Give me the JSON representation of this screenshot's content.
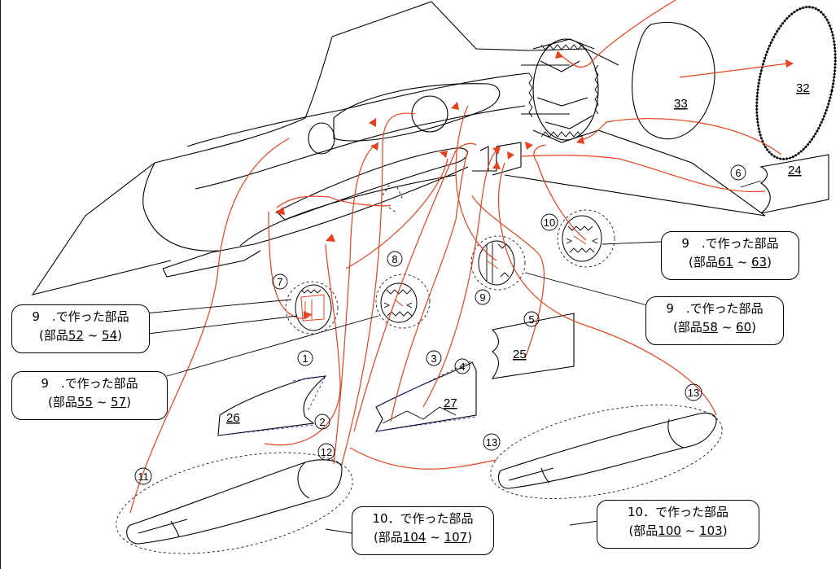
{
  "parts": {
    "p24": "24",
    "p25": "25",
    "p26": "26",
    "p27": "27",
    "p32": "32",
    "p33": "33"
  },
  "steps": {
    "s1": "1",
    "s2": "2",
    "s3": "3",
    "s4": "4",
    "s5": "5",
    "s6": "6",
    "s7": "7",
    "s8": "8",
    "s9": "9",
    "s10": "10",
    "s11": "11",
    "s12": "12",
    "s13a": "13",
    "s13b": "13"
  },
  "callouts": [
    {
      "line1": "9　.で作った部品",
      "prefix": "(部品",
      "a": "52",
      "sep": " ~ ",
      "b": "54",
      "suffix": ")"
    },
    {
      "line1": "9　.で作った部品",
      "prefix": "(部品",
      "a": "55",
      "sep": " ~ ",
      "b": "57",
      "suffix": ")"
    },
    {
      "line1": "9　.で作った部品",
      "prefix": "(部品",
      "a": "58",
      "sep": " ~ ",
      "b": "60",
      "suffix": ")"
    },
    {
      "line1": "9　.で作った部品",
      "prefix": "(部品",
      "a": "61",
      "sep": " ~ ",
      "b": "63",
      "suffix": ")"
    },
    {
      "line1": "10．で作った部品",
      "prefix": "(部品",
      "a": "104",
      "sep": " ~ ",
      "b": "107",
      "suffix": ")"
    },
    {
      "line1": "10．で作った部品",
      "prefix": "(部品",
      "a": "100",
      "sep": " ~ ",
      "b": "103",
      "suffix": ")"
    }
  ],
  "colors": {
    "arrow": "#e8401c",
    "dashed_guide": "#2030c0"
  }
}
